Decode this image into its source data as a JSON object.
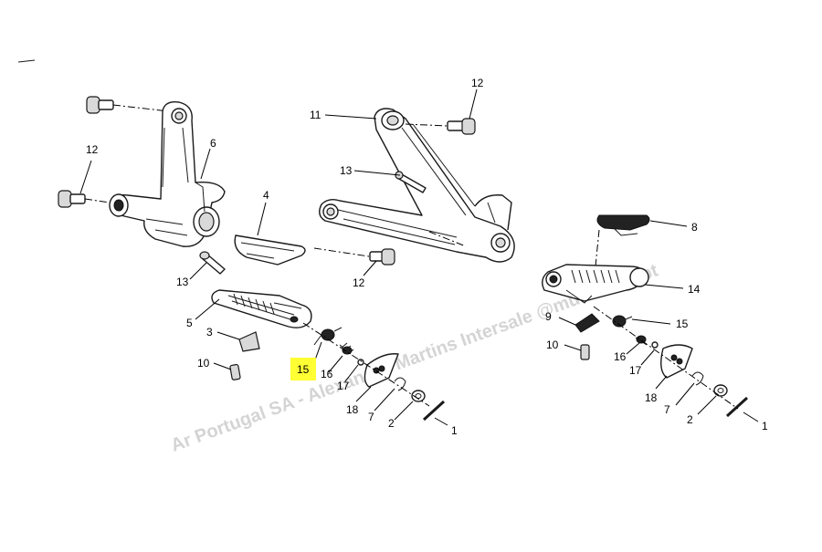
{
  "watermark": "Ar Portugal SA - Alexandre Martins Intersale @multimoto.pt",
  "highlight_color": "#ffff33",
  "callouts": [
    {
      "id": "c-12-top-left",
      "text": "12"
    },
    {
      "id": "c-6",
      "text": "6"
    },
    {
      "id": "c-4",
      "text": "4"
    },
    {
      "id": "c-13-left",
      "text": "13"
    },
    {
      "id": "c-5",
      "text": "5"
    },
    {
      "id": "c-3",
      "text": "3"
    },
    {
      "id": "c-10-left",
      "text": "10"
    },
    {
      "id": "c-15-left",
      "text": "15",
      "highlighted": true
    },
    {
      "id": "c-16-left",
      "text": "16"
    },
    {
      "id": "c-17-left",
      "text": "17"
    },
    {
      "id": "c-18-left",
      "text": "18"
    },
    {
      "id": "c-7-left",
      "text": "7"
    },
    {
      "id": "c-2-left",
      "text": "2"
    },
    {
      "id": "c-1-left",
      "text": "1"
    },
    {
      "id": "c-11",
      "text": "11"
    },
    {
      "id": "c-12-top-right",
      "text": "12"
    },
    {
      "id": "c-13-right",
      "text": "13"
    },
    {
      "id": "c-12-middle",
      "text": "12"
    },
    {
      "id": "c-8",
      "text": "8"
    },
    {
      "id": "c-14",
      "text": "14"
    },
    {
      "id": "c-9",
      "text": "9"
    },
    {
      "id": "c-15-right",
      "text": "15"
    },
    {
      "id": "c-10-right",
      "text": "10"
    },
    {
      "id": "c-16-right",
      "text": "16"
    },
    {
      "id": "c-17-right",
      "text": "17"
    },
    {
      "id": "c-18-right",
      "text": "18"
    },
    {
      "id": "c-7-right",
      "text": "7"
    },
    {
      "id": "c-2-right",
      "text": "2"
    },
    {
      "id": "c-1-right",
      "text": "1"
    }
  ]
}
